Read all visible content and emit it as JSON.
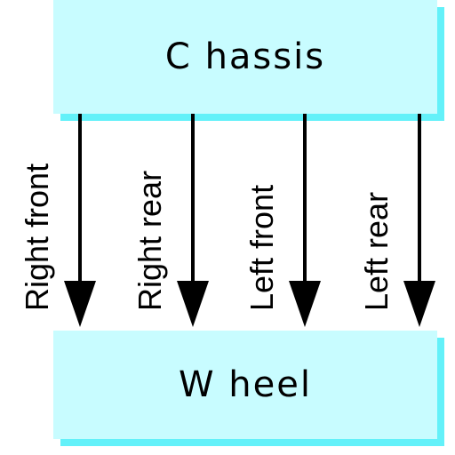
{
  "nodes": {
    "chassis": {
      "label": "C hassis"
    },
    "wheel": {
      "label": "W heel"
    }
  },
  "edges": [
    {
      "from": "chassis",
      "to": "wheel",
      "label": "Right front"
    },
    {
      "from": "chassis",
      "to": "wheel",
      "label": "Right rear"
    },
    {
      "from": "chassis",
      "to": "wheel",
      "label": "Left front"
    },
    {
      "from": "chassis",
      "to": "wheel",
      "label": "Left rear"
    }
  ],
  "colors": {
    "box_fill": "#c8fcff",
    "box_shadow": "#63f1f9",
    "arrow": "#000000"
  }
}
